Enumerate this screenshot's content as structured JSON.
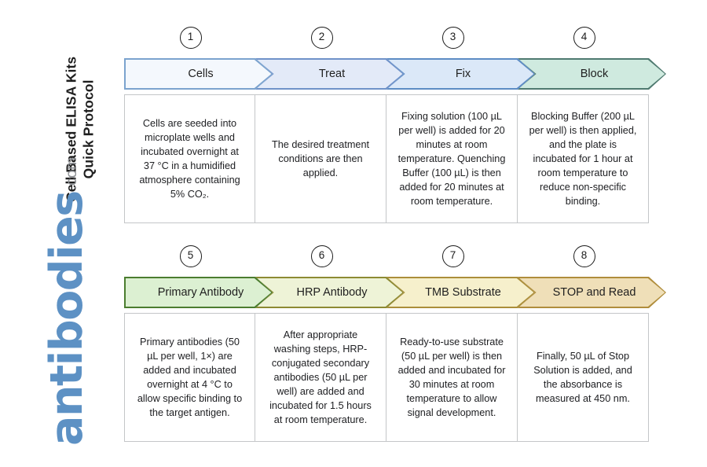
{
  "document": {
    "title_line_1": "Cell Based ELISA Kits",
    "title_line_2": "Quick Protocol"
  },
  "brand": {
    "name": "antibodies",
    "tld": ".com",
    "color": "#5d91c4",
    "tld_color": "#8a8d91"
  },
  "flow": {
    "row_1": {
      "steps": [
        {
          "number": "1",
          "label": "Cells",
          "fill": "#f4f8fd",
          "stroke": "#7ba3ce",
          "description": "Cells are seeded into microplate wells and incubated overnight at 37 °C in a humidified atmosphere containing 5% CO₂."
        },
        {
          "number": "2",
          "label": "Treat",
          "fill": "#e3eaf8",
          "stroke": "#6f92c9",
          "description": "The desired treatment conditions are then applied."
        },
        {
          "number": "3",
          "label": "Fix",
          "fill": "#dbe8f8",
          "stroke": "#5d8cc4",
          "description": "Fixing solution (100 µL per well) is added for 20 minutes at room temperature. Quenching Buffer (100 µL) is then added for 20 minutes at room temperature."
        },
        {
          "number": "4",
          "label": "Block",
          "fill": "#cfeadf",
          "stroke": "#4f7a70",
          "description": "Blocking Buffer (200 µL per well) is then applied, and the plate is incubated for 1 hour at room temperature to reduce non-specific binding."
        }
      ]
    },
    "row_2": {
      "steps": [
        {
          "number": "5",
          "label": "Primary Antibody",
          "fill": "#dcf0d2",
          "stroke": "#4b7d2f",
          "description": "Primary antibodies (50 µL per well, 1×) are added and incubated overnight at 4 °C to allow specific binding to the target antigen."
        },
        {
          "number": "6",
          "label": "HRP Antibody",
          "fill": "#eef3d7",
          "stroke": "#8d8a33",
          "description": "After appropriate washing steps, HRP-conjugated secondary antibodies (50 µL per well) are added and incubated for 1.5 hours at room temperature."
        },
        {
          "number": "7",
          "label": "TMB Substrate",
          "fill": "#f6f0cc",
          "stroke": "#ab8e3a",
          "description": "Ready-to-use substrate (50 µL per well) is then added and incubated for 30 minutes at room temperature to allow signal development."
        },
        {
          "number": "8",
          "label": "STOP and Read",
          "fill": "#efdfb8",
          "stroke": "#b08d3c",
          "description": "Finally, 50 µL of Stop Solution is added, and the absorbance is measured at 450 nm."
        }
      ]
    }
  }
}
